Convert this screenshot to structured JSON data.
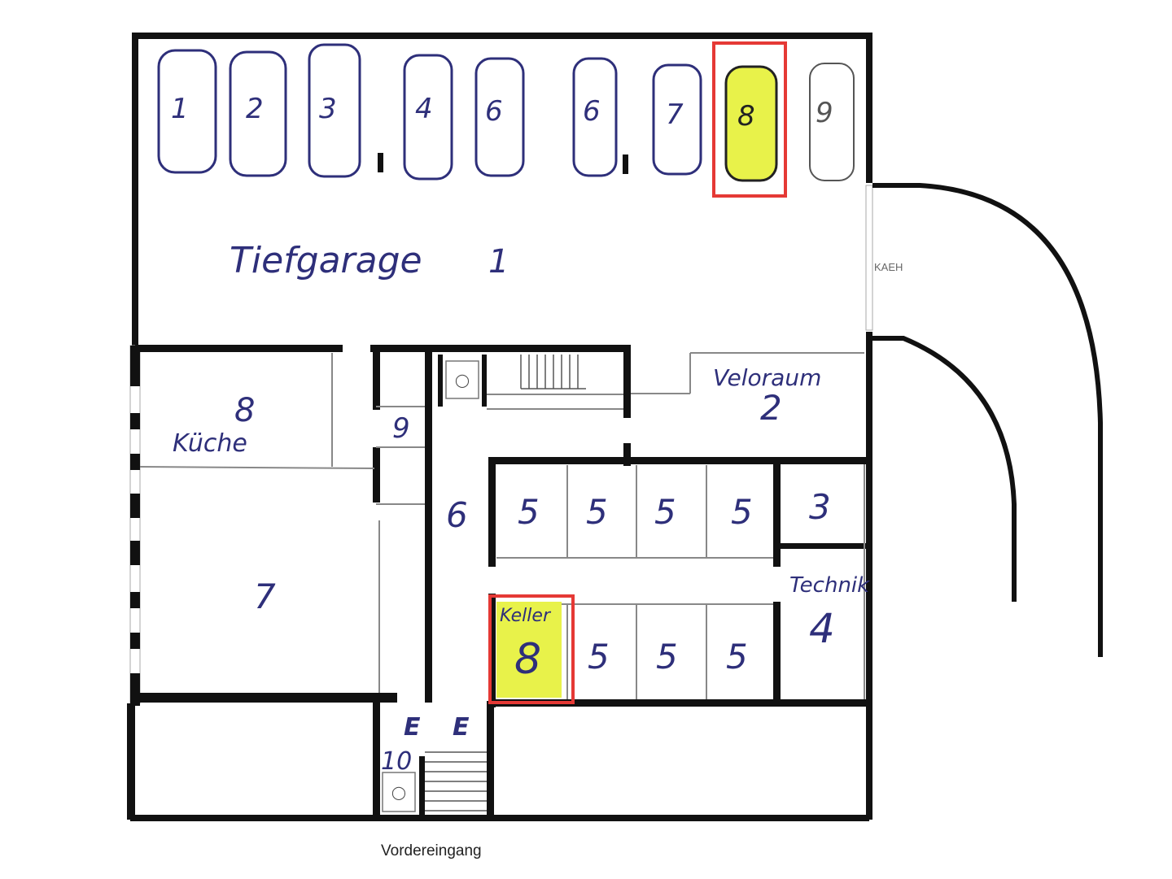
{
  "plan": {
    "caption": "Vordereingang",
    "exterior_label": "KAEH",
    "colors": {
      "ink": "#2e2f7a",
      "wall": "#111111",
      "highlight_fill": "#e8f24a",
      "highlight_border": "#e53935"
    },
    "parking": {
      "area_label": "Tiefgarage",
      "area_number": "1",
      "spots": [
        {
          "label": "1",
          "highlighted": false
        },
        {
          "label": "2",
          "highlighted": false
        },
        {
          "label": "3",
          "highlighted": false
        },
        {
          "label": "4",
          "highlighted": false
        },
        {
          "label": "6",
          "highlighted": false
        },
        {
          "label": "6",
          "highlighted": false
        },
        {
          "label": "7",
          "highlighted": false
        },
        {
          "label": "8",
          "highlighted": true
        },
        {
          "label": "9",
          "highlighted": false
        }
      ]
    },
    "rooms": {
      "veloraum": {
        "name": "Veloraum",
        "number": "2"
      },
      "room3": {
        "number": "3"
      },
      "technik": {
        "name": "Technik",
        "number": "4"
      },
      "cellars": [
        "5",
        "5",
        "5",
        "5",
        "5",
        "5",
        "5"
      ],
      "hall6": {
        "number": "6"
      },
      "room7": {
        "number": "7"
      },
      "kueche": {
        "name": "Küche",
        "number": "8"
      },
      "room9": {
        "number": "9"
      },
      "room10": {
        "number": "10"
      },
      "keller8": {
        "name": "Keller",
        "number": "8",
        "highlighted": true
      },
      "entrance_marks": [
        "E",
        "E"
      ]
    }
  }
}
